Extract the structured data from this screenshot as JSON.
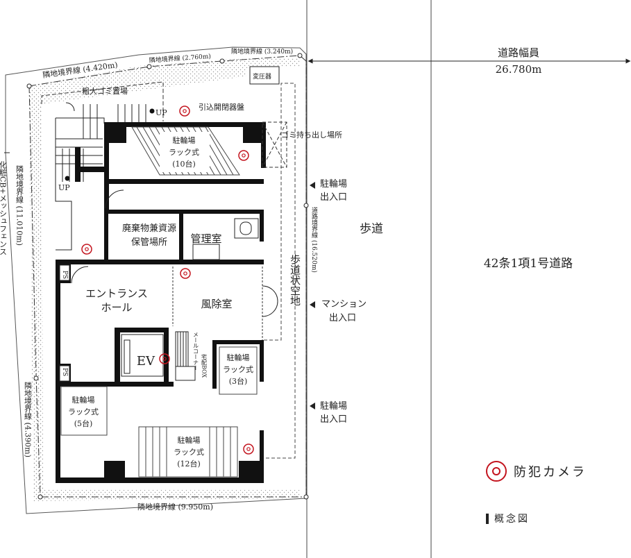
{
  "rooms": {
    "bike_top_name": "駐輪場",
    "bike_top_type": "ラック式",
    "bike_top_count": "(10台)",
    "waste": "廃棄物兼資源",
    "waste2": "保管場所",
    "manager": "管理室",
    "entrance1": "エントランス",
    "entrance2": "ホール",
    "windbreak": "風除室",
    "ev": "EV",
    "mail": "メールコーナー",
    "delivery": "宅配BOX",
    "bike_mid_name": "駐輪場",
    "bike_mid_type": "ラック式",
    "bike_mid_count": "(3台)",
    "bike_left_name": "駐輪場",
    "bike_left_type": "ラック式",
    "bike_left_count": "(5台)",
    "bike_bot_name": "駐輪場",
    "bike_bot_type": "ラック式",
    "bike_bot_count": "(12台)",
    "ps": "PS",
    "up": "UP",
    "sidewalk_space": "歩道状空地"
  },
  "annotations": {
    "bulky_trash": "粗大ゴミ置場",
    "transformer": "変圧器",
    "switchgear": "引込開閉器盤",
    "trash_out": "ゴミ持ち出し場所",
    "fence": "化粧CB+メッシュフェンス"
  },
  "boundaries": {
    "top_left": "隣地境界線 (4.420m)",
    "top_mid": "隣地境界線 (2.760m)",
    "top_right": "隣地境界線 (3.240m)",
    "left_upper": "隣地境界線 (11.010m)",
    "left_lower": "隣地境界線 (4.390m)",
    "bottom": "隣地境界線 (9.950m)",
    "road": "道路境界線 (16.520m)"
  },
  "road": {
    "width_label": "道路幅員",
    "width_value": "26.780m",
    "sidewalk": "歩道",
    "road_name": "42条1項1号道路"
  },
  "access": {
    "bike_entry_1a": "駐輪場",
    "bike_entry_1b": "出入口",
    "mansion_a": "マンション",
    "mansion_b": "出入口",
    "bike_entry_2a": "駐輪場",
    "bike_entry_2b": "出入口"
  },
  "legend": {
    "camera": "防犯カメラ",
    "concept": "概念図"
  },
  "colors": {
    "camera_red": "#c3141e",
    "wall_black": "#111111",
    "planting_dots": "#9a9a9a"
  }
}
